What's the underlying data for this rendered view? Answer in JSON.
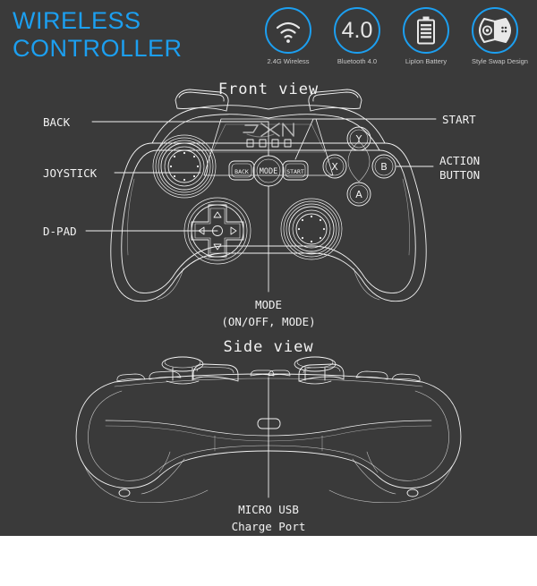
{
  "header": {
    "title": "WIRELESS\nCONTROLLER",
    "accent_color": "#1c9ff0",
    "badges": [
      {
        "icon": "wifi-icon",
        "caption": "2.4G Wireless",
        "value": ""
      },
      {
        "icon": "bluetooth-version-icon",
        "caption": "Bluetooth 4.0",
        "value": "4.0"
      },
      {
        "icon": "battery-icon",
        "caption": "LipIon Battery",
        "value": ""
      },
      {
        "icon": "gamepad-icon",
        "caption": "Style Swap Design",
        "value": ""
      }
    ]
  },
  "diagram": {
    "background_color": "#3a3a3a",
    "line_color": "#f2f2f2",
    "front_view_title": "Front view",
    "side_view_title": "Side view",
    "brand_logo": "PXN",
    "callouts": {
      "back": "BACK",
      "joystick": "JOYSTICK",
      "dpad": "D-PAD",
      "start": "START",
      "action_button": "ACTION\nBUTTON",
      "mode": "MODE\n(ON/OFF, MODE)",
      "micro_usb": "MICRO USB\nCharge Port"
    },
    "center_buttons": [
      {
        "label": "BACK"
      },
      {
        "label": "MODE"
      },
      {
        "label": "START"
      }
    ],
    "action_buttons": [
      {
        "label": "Y",
        "position": "top"
      },
      {
        "label": "X",
        "position": "left"
      },
      {
        "label": "B",
        "position": "right"
      },
      {
        "label": "A",
        "position": "bottom"
      }
    ],
    "led_indicator_count": 4
  }
}
